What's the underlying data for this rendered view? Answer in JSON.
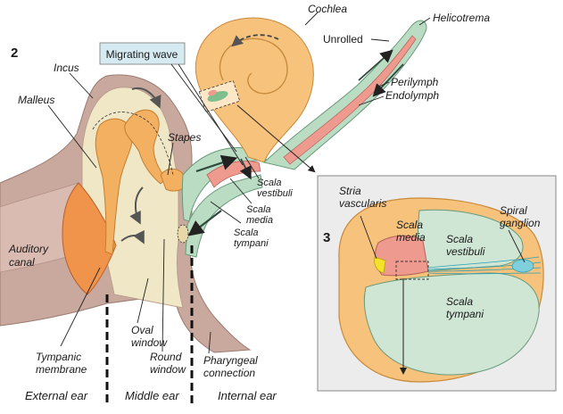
{
  "panels": {
    "left": "2",
    "right": "3"
  },
  "callout": {
    "migrating_wave": "Migrating wave"
  },
  "labels": {
    "cochlea": "Cochlea",
    "helicotrema": "Helicotrema",
    "unrolled": "Unrolled",
    "perilymph": "Perilymph",
    "endolymph": "Endolymph",
    "incus": "Incus",
    "malleus": "Malleus",
    "stapes": "Stapes",
    "scala_vestibuli": [
      "Scala",
      "vestibuli"
    ],
    "scala_media": [
      "Scala",
      "media"
    ],
    "scala_tympani": [
      "Scala",
      "tympani"
    ],
    "auditory_canal": [
      "Auditory",
      "canal"
    ],
    "tympanic_membrane": [
      "Tympanic",
      "membrane"
    ],
    "oval_window": [
      "Oval",
      "window"
    ],
    "round_window": [
      "Round",
      "window"
    ],
    "pharyngeal_connection": [
      "Pharyngeal",
      "connection"
    ]
  },
  "cross_section": {
    "stria_vascularis": [
      "Stria",
      "vascularis"
    ],
    "scala_media": [
      "Scala",
      "media"
    ],
    "scala_vestibuli": [
      "Scala",
      "vestibuli"
    ],
    "spiral_ganglion": [
      "Spiral",
      "ganglion"
    ],
    "scala_tympani": [
      "Scala",
      "tympani"
    ]
  },
  "regions": {
    "external": "External ear",
    "middle": "Middle ear",
    "internal": "Internal ear"
  },
  "colors": {
    "wall": "#c9a89d",
    "bone_light": "#efe7c6",
    "ossicle": "#f4b061",
    "cochlea": "#f6c27c",
    "scala_green": "#b9dcc2",
    "scala_media_red": "#ef9a8e",
    "membrane": "#f0944b",
    "panel_bg": "#ececec"
  }
}
